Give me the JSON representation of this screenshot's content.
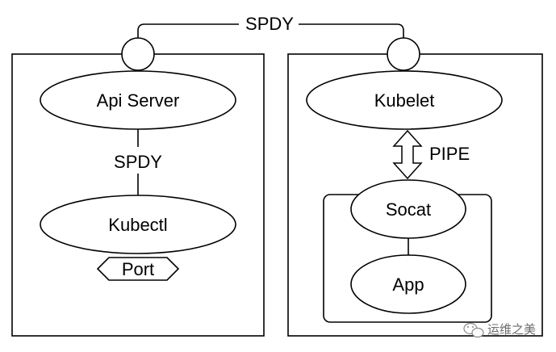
{
  "diagram": {
    "top_link_label": "SPDY",
    "left_box": {
      "api_server": "Api Server",
      "link_label": "SPDY",
      "kubectl": "Kubectl",
      "port": "Port"
    },
    "right_box": {
      "kubelet": "Kubelet",
      "pipe_label": "PIPE",
      "socat": "Socat",
      "app": "App"
    }
  },
  "watermark": {
    "icon": "wechat-icon",
    "text": "运维之美"
  }
}
